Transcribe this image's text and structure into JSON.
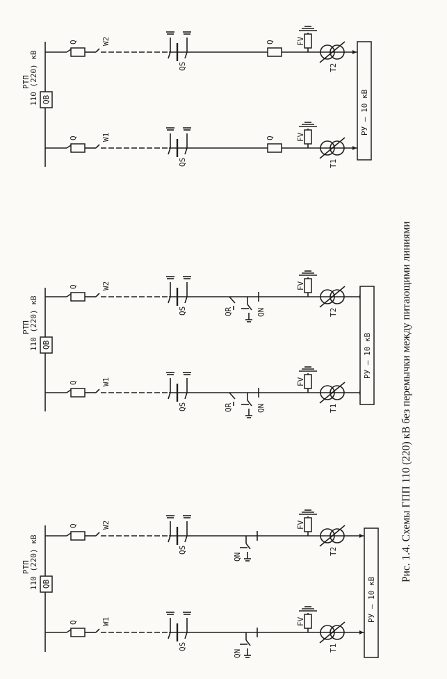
{
  "caption": "Рис. 1.4. Схемы ГПП 110 (220) кВ без перемычки между питающими линиями",
  "schemes": [
    {
      "source": "РТП",
      "voltage": "110 (220) кВ",
      "bus_breaker": "QB",
      "distribution": "РУ – 10 кВ",
      "lines": [
        {
          "breaker": "Q",
          "line": "W1",
          "disconnector": "QS",
          "short_circuiter": "QN",
          "arrester": "FV",
          "transformer": "T1"
        },
        {
          "breaker": "Q",
          "line": "W2",
          "disconnector": "QS",
          "short_circuiter": "QN",
          "arrester": "FV",
          "transformer": "T2"
        }
      ]
    },
    {
      "source": "РТП",
      "voltage": "110 (220) кВ",
      "bus_breaker": "QB",
      "distribution": "РУ – 10 кВ",
      "lines": [
        {
          "breaker": "Q",
          "line": "W1",
          "disconnector": "QS",
          "separator": "QR",
          "short_circuiter": "QN",
          "arrester": "FV",
          "transformer": "T1"
        },
        {
          "breaker": "Q",
          "line": "W2",
          "disconnector": "QS",
          "separator": "QR",
          "short_circuiter": "QN",
          "arrester": "FV",
          "transformer": "T2"
        }
      ]
    },
    {
      "source": "РТП",
      "voltage": "110 (220) кВ",
      "bus_breaker": "QB",
      "distribution": "РУ – 10 кВ",
      "lines": [
        {
          "breaker": "Q",
          "line": "W1",
          "disconnector": "QS",
          "hv_breaker": "Q",
          "arrester": "FV",
          "transformer": "T1"
        },
        {
          "breaker": "Q",
          "line": "W2",
          "disconnector": "QS",
          "hv_breaker": "Q",
          "arrester": "FV",
          "transformer": "T2"
        }
      ]
    }
  ]
}
